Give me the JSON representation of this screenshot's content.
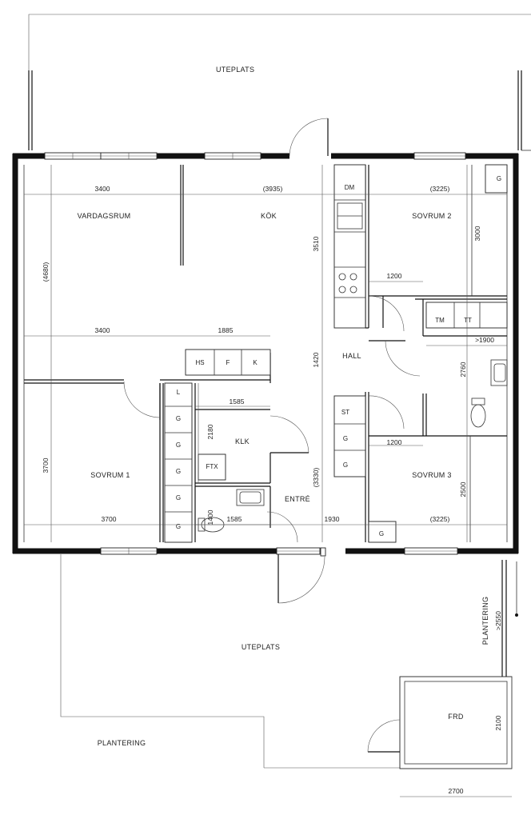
{
  "rooms": {
    "uteplats_top": "UTEPLATS",
    "vardagsrum": "VARDAGSRUM",
    "kok": "KÖK",
    "sovrum2": "SOVRUM 2",
    "hall": "HALL",
    "sovrum1": "SOVRUM 1",
    "klk": "KLK",
    "entre": "ENTRÉ",
    "sovrum3": "SOVRUM 3",
    "uteplats_bottom": "UTEPLATS",
    "plantering_left": "PLANTERING",
    "plantering_right": "PLANTERING",
    "frd": "FRD"
  },
  "fixtures": {
    "dm": "DM",
    "hs": "HS",
    "f": "F",
    "k": "K",
    "l": "L",
    "g": "G",
    "st": "ST",
    "ftx": "FTX",
    "tm": "TM",
    "tt": "TT"
  },
  "dimensions": {
    "d3400_top": "3400",
    "d3935": "(3935)",
    "d3225_top": "(3225)",
    "d3000": "3000",
    "d3510": "3510",
    "d4680": "(4680)",
    "d1200_top": "1200",
    "d3400_mid": "3400",
    "d1885": "1885",
    "d1900": ">1900",
    "d1420": "1420",
    "d2760": "2760",
    "d1585_top": "1585",
    "d2180": "2180",
    "d3700_v": "3700",
    "d1200_bot": "1200",
    "d3330": "(3330)",
    "d2500": "2500",
    "d3700_h": "3700",
    "d1400": "1400",
    "d1585_bot": "1585",
    "d1930": "1930",
    "d3225_bot": "(3225)",
    "d2550": ">2550",
    "d2100": "2100",
    "d2700": "2700"
  }
}
